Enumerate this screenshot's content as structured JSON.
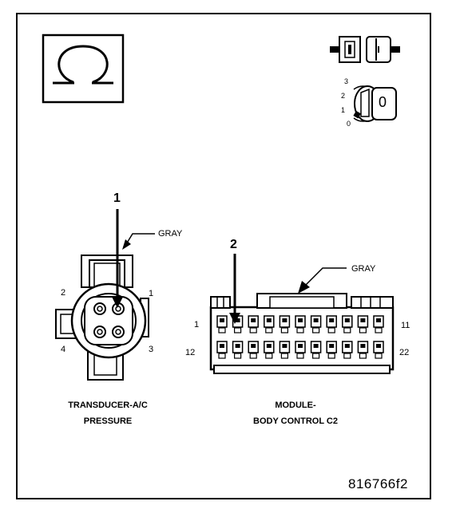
{
  "icons": {
    "ohmmeter": "ohm-symbol-icon",
    "connector_disconnect": "disconnect-connector-icon",
    "ignition": "ignition-key-off-icon"
  },
  "ignition_scale": [
    "3",
    "2",
    "1",
    "0"
  ],
  "ignition_key_label": "0",
  "transducer": {
    "callout": "1",
    "wire_color": "GRAY",
    "pins": {
      "p1": "1",
      "p2": "2",
      "p3": "3",
      "p4": "4"
    },
    "caption_line1": "TRANSDUCER-A/C",
    "caption_line2": "PRESSURE"
  },
  "module": {
    "callout": "2",
    "wire_color": "GRAY",
    "pins": {
      "top_left": "1",
      "top_right": "11",
      "bottom_left": "12",
      "bottom_right": "22"
    },
    "caption_line1": "MODULE-",
    "caption_line2": "BODY CONTROL C2"
  },
  "figure_id": "816766f2"
}
